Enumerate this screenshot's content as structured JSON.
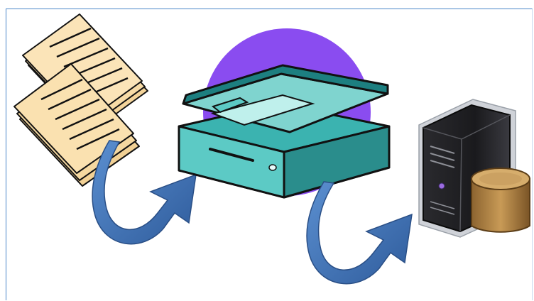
{
  "diagram": {
    "nodes": [
      {
        "id": "documents",
        "icon": "paper-documents-icon"
      },
      {
        "id": "scanner",
        "icon": "flatbed-scanner-icon"
      },
      {
        "id": "server",
        "icon": "server-tower-icon"
      },
      {
        "id": "database",
        "icon": "database-cylinder-icon"
      }
    ],
    "edges": [
      {
        "from": "documents",
        "to": "scanner",
        "icon": "curved-arrow-icon"
      },
      {
        "from": "scanner",
        "to": "server",
        "icon": "curved-arrow-icon"
      }
    ],
    "colors": {
      "frame": "#4a86c9",
      "paper": "#f7dba6",
      "scanner_body": "#3bb3b0",
      "scanner_dark": "#1d7f80",
      "scanner_lid": "#7fd4cf",
      "backdrop_circle": "#8a4cf0",
      "arrow": "#3f6eb3",
      "server": "#1f1f22",
      "database": "#b8894a"
    }
  }
}
